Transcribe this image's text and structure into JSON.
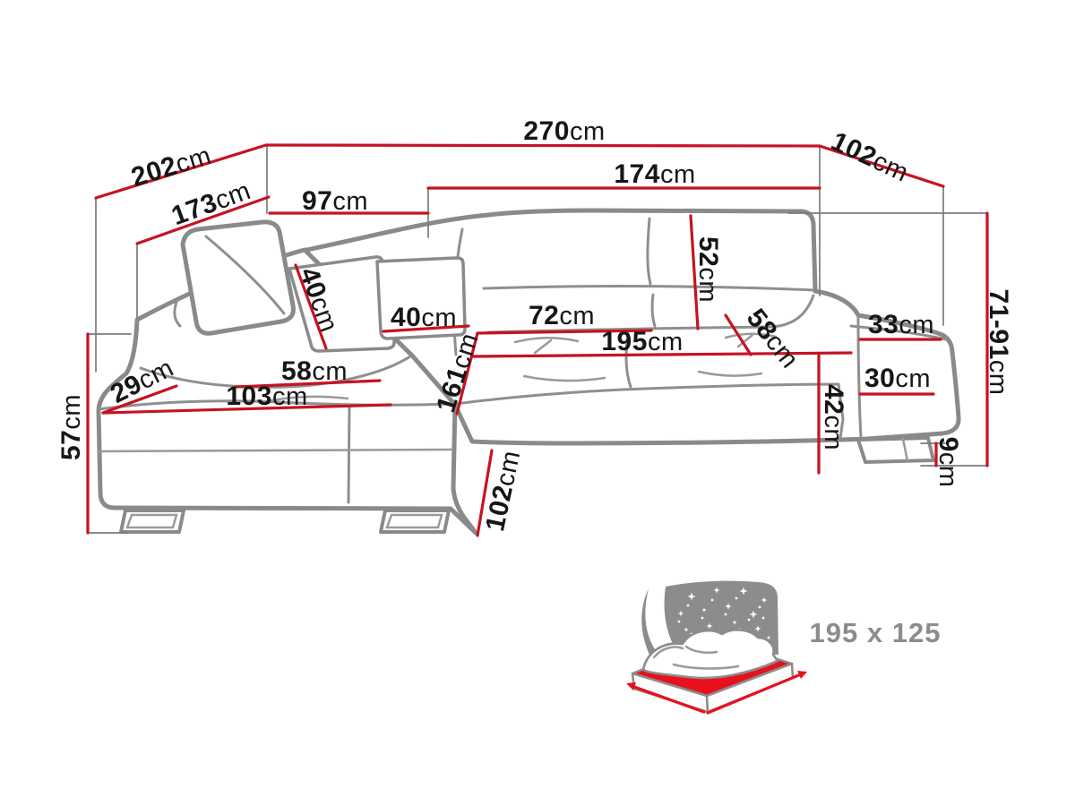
{
  "diagram": {
    "subject": "corner sofa bed dimension drawing",
    "unit": "cm",
    "colors": {
      "dimension_line": "#c51322",
      "sofa_outline": "#8a8a8a",
      "extension_line": "#7b7b7b",
      "label_text": "#161616",
      "icon_grey": "#8c8c8c",
      "icon_red": "#e8101d",
      "background": "#ffffff"
    }
  },
  "dimensions": {
    "d270": {
      "n": "270",
      "u": "cm"
    },
    "d202": {
      "n": "202",
      "u": "cm"
    },
    "d102_top": {
      "n": "102",
      "u": "cm"
    },
    "d173": {
      "n": "173",
      "u": "cm"
    },
    "d97": {
      "n": "97",
      "u": "cm"
    },
    "d174": {
      "n": "174",
      "u": "cm"
    },
    "d52": {
      "n": "52",
      "u": "cm"
    },
    "d40_pillow_left": {
      "n": "40",
      "u": "cm"
    },
    "d40_pillow_right": {
      "n": "40",
      "u": "cm"
    },
    "d72": {
      "n": "72",
      "u": "cm"
    },
    "d195": {
      "n": "195",
      "u": "cm"
    },
    "d58_seat": {
      "n": "58",
      "u": "cm"
    },
    "d33": {
      "n": "33",
      "u": "cm"
    },
    "d30": {
      "n": "30",
      "u": "cm"
    },
    "d42": {
      "n": "42",
      "u": "cm"
    },
    "d71_91": {
      "n": "71-91",
      "u": "cm"
    },
    "d9": {
      "n": "9",
      "u": "cm"
    },
    "d57": {
      "n": "57",
      "u": "cm"
    },
    "d29": {
      "n": "29",
      "u": "cm"
    },
    "d103": {
      "n": "103",
      "u": "cm"
    },
    "d58_chaise": {
      "n": "58",
      "u": "cm"
    },
    "d161": {
      "n": "161",
      "u": "cm"
    },
    "d102_bottom": {
      "n": "102",
      "u": "cm"
    }
  },
  "sofa_bed_size": {
    "label": "195 x 125"
  }
}
